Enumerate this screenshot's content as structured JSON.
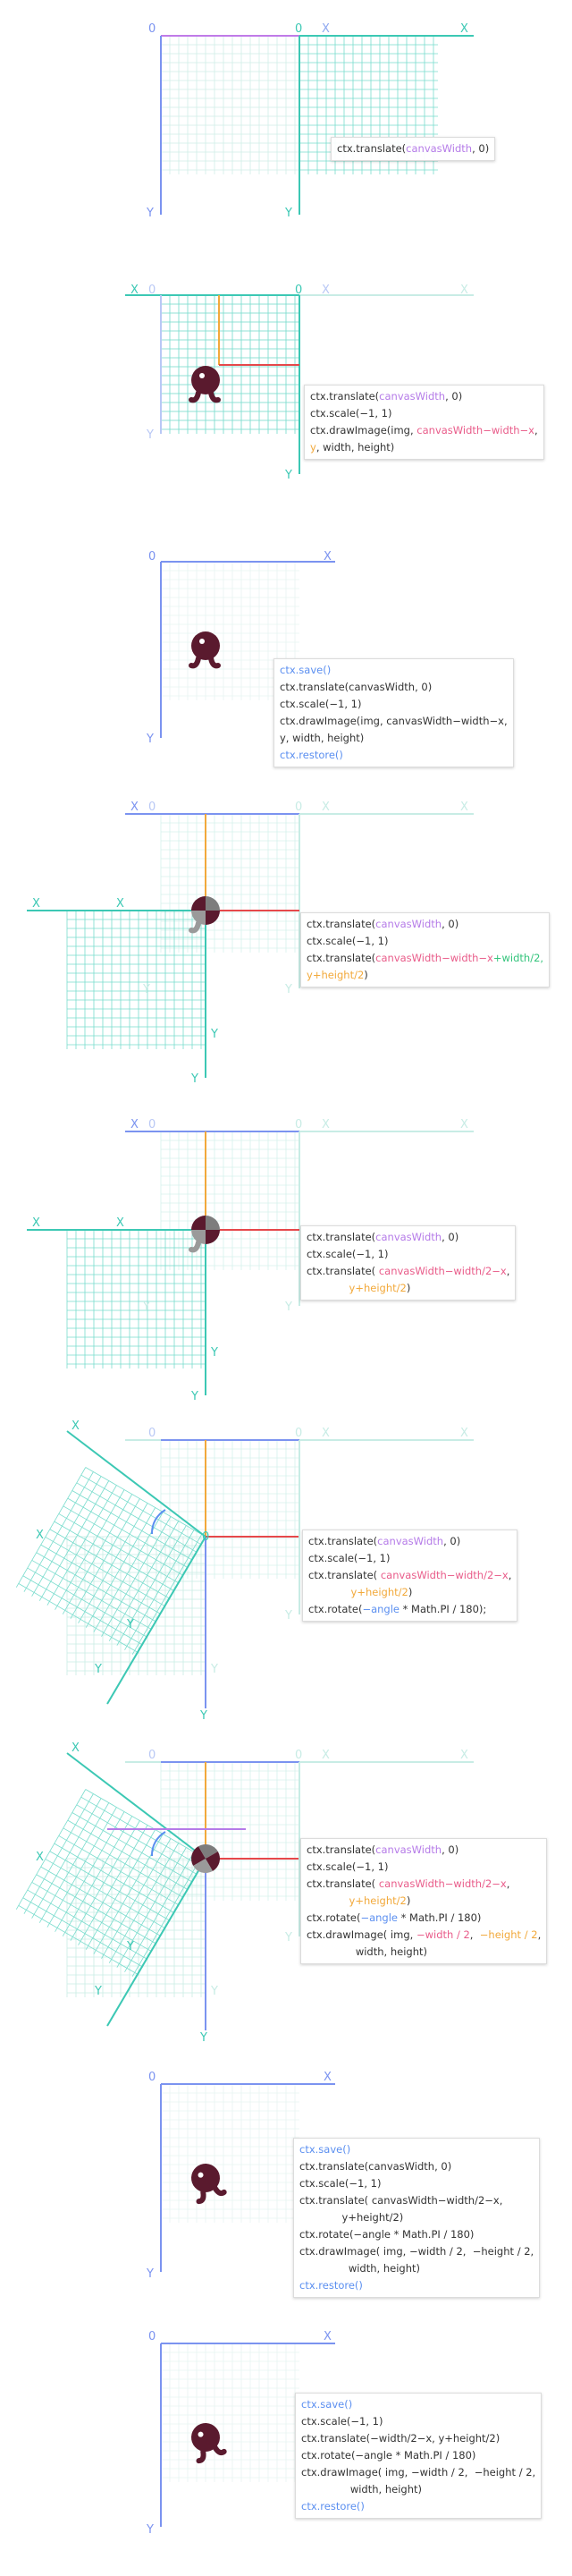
{
  "colors": {
    "blue_axis": "#7b93f0",
    "teal": "#3cc8b4",
    "teal_grid": "#79dccd",
    "purple": "#b57be8",
    "pink": "#e95c8a",
    "orange": "#f2a93b",
    "green": "#34c47c",
    "blue_kw": "#5b8ff0",
    "red_line": "#e6484b",
    "figure": "#5a1a2e",
    "figure_gray": "#7d7d7d"
  },
  "labels": {
    "origin": "0",
    "x": "X",
    "y": "Y"
  },
  "panels": [
    {
      "lines": [
        [
          [
            "ctx.translate(",
            ""
          ],
          [
            "canvasWidth",
            "purple"
          ],
          [
            ", 0)",
            ""
          ]
        ]
      ]
    },
    {
      "lines": [
        [
          [
            "ctx.translate(",
            ""
          ],
          [
            "canvasWidth",
            "purple"
          ],
          [
            ", 0)",
            ""
          ]
        ],
        [
          [
            "ctx.scale(−1, 1)",
            ""
          ]
        ],
        [
          [
            "ctx.drawImage(img, ",
            ""
          ],
          [
            "canvasWidth−width−x",
            "pink"
          ],
          [
            ",",
            ""
          ]
        ],
        [
          [
            "y",
            "orange"
          ],
          [
            ", width, height)",
            ""
          ]
        ]
      ]
    },
    {
      "lines": [
        [
          [
            "ctx.save()",
            "blue"
          ]
        ],
        [
          [
            "ctx.translate(canvasWidth, 0)",
            ""
          ]
        ],
        [
          [
            "ctx.scale(−1, 1)",
            ""
          ]
        ],
        [
          [
            "ctx.drawImage(img, canvasWidth−width−x,",
            ""
          ]
        ],
        [
          [
            "y, width, height)",
            ""
          ]
        ],
        [
          [
            "ctx.restore()",
            "blue"
          ]
        ]
      ]
    },
    {
      "lines": [
        [
          [
            "ctx.translate(",
            ""
          ],
          [
            "canvasWidth",
            "purple"
          ],
          [
            ", 0)",
            ""
          ]
        ],
        [
          [
            "ctx.scale(−1, 1)",
            ""
          ]
        ],
        [
          [
            "ctx.translate(",
            ""
          ],
          [
            "canvasWidth−width−x",
            "pink"
          ],
          [
            "+width/2,",
            "green"
          ]
        ],
        [
          [
            "y",
            "orange"
          ],
          [
            "+height/2",
            "orange"
          ],
          [
            ")",
            ""
          ]
        ]
      ]
    },
    {
      "lines": [
        [
          [
            "ctx.translate(",
            ""
          ],
          [
            "canvasWidth",
            "purple"
          ],
          [
            ", 0)",
            ""
          ]
        ],
        [
          [
            "ctx.scale(−1, 1)",
            ""
          ]
        ],
        [
          [
            "ctx.translate( ",
            ""
          ],
          [
            "canvasWidth−width/2−x",
            "pink"
          ],
          [
            ",",
            ""
          ]
        ],
        [
          [
            "             ",
            ""
          ],
          [
            "y+height/2",
            "orange"
          ],
          [
            ")",
            ""
          ]
        ]
      ]
    },
    {
      "lines": [
        [
          [
            "ctx.translate(",
            ""
          ],
          [
            "canvasWidth",
            "purple"
          ],
          [
            ", 0)",
            ""
          ]
        ],
        [
          [
            "ctx.scale(−1, 1)",
            ""
          ]
        ],
        [
          [
            "ctx.translate( ",
            ""
          ],
          [
            "canvasWidth−width/2−x",
            "pink"
          ],
          [
            ",",
            ""
          ]
        ],
        [
          [
            "             ",
            ""
          ],
          [
            "y+height/2",
            "orange"
          ],
          [
            ")",
            ""
          ]
        ],
        [
          [
            "ctx.rotate(",
            ""
          ],
          [
            "−angle",
            "blue"
          ],
          [
            " * Math.PI / 180);",
            ""
          ]
        ]
      ]
    },
    {
      "lines": [
        [
          [
            "ctx.translate(",
            ""
          ],
          [
            "canvasWidth",
            "purple"
          ],
          [
            ", 0)",
            ""
          ]
        ],
        [
          [
            "ctx.scale(−1, 1)",
            ""
          ]
        ],
        [
          [
            "ctx.translate( ",
            ""
          ],
          [
            "canvasWidth−width/2−x",
            "pink"
          ],
          [
            ",",
            ""
          ]
        ],
        [
          [
            "             ",
            ""
          ],
          [
            "y+height/2",
            "orange"
          ],
          [
            ")",
            ""
          ]
        ],
        [
          [
            "ctx.rotate(",
            ""
          ],
          [
            "−angle",
            "blue"
          ],
          [
            " * Math.PI / 180)",
            ""
          ]
        ],
        [
          [
            "ctx.drawImage( img, ",
            ""
          ],
          [
            "−width / 2",
            "pink"
          ],
          [
            ",  ",
            ""
          ],
          [
            "−height / 2",
            "orange"
          ],
          [
            ",",
            ""
          ]
        ],
        [
          [
            "               width, height)",
            ""
          ]
        ]
      ]
    },
    {
      "lines": [
        [
          [
            "ctx.save()",
            "blue"
          ]
        ],
        [
          [
            "ctx.translate(canvasWidth, 0)",
            ""
          ]
        ],
        [
          [
            "ctx.scale(−1, 1)",
            ""
          ]
        ],
        [
          [
            "ctx.translate( canvasWidth−width/2−x,",
            ""
          ]
        ],
        [
          [
            "             y+height/2)",
            ""
          ]
        ],
        [
          [
            "ctx.rotate(−angle * Math.PI / 180)",
            ""
          ]
        ],
        [
          [
            "ctx.drawImage( img, −width / 2,  −height / 2,",
            ""
          ]
        ],
        [
          [
            "               width, height)",
            ""
          ]
        ],
        [
          [
            "ctx.restore()",
            "blue"
          ]
        ]
      ]
    },
    {
      "lines": [
        [
          [
            "ctx.save()",
            "blue"
          ]
        ],
        [
          [
            "ctx.scale(−1, 1)",
            ""
          ]
        ],
        [
          [
            "ctx.translate(−width/2−x, y+height/2)",
            ""
          ]
        ],
        [
          [
            "ctx.rotate(−angle * Math.PI / 180)",
            ""
          ]
        ],
        [
          [
            "ctx.drawImage( img, −width / 2,  −height / 2,",
            ""
          ]
        ],
        [
          [
            "               width, height)",
            ""
          ]
        ],
        [
          [
            "ctx.restore()",
            "blue"
          ]
        ]
      ]
    }
  ]
}
